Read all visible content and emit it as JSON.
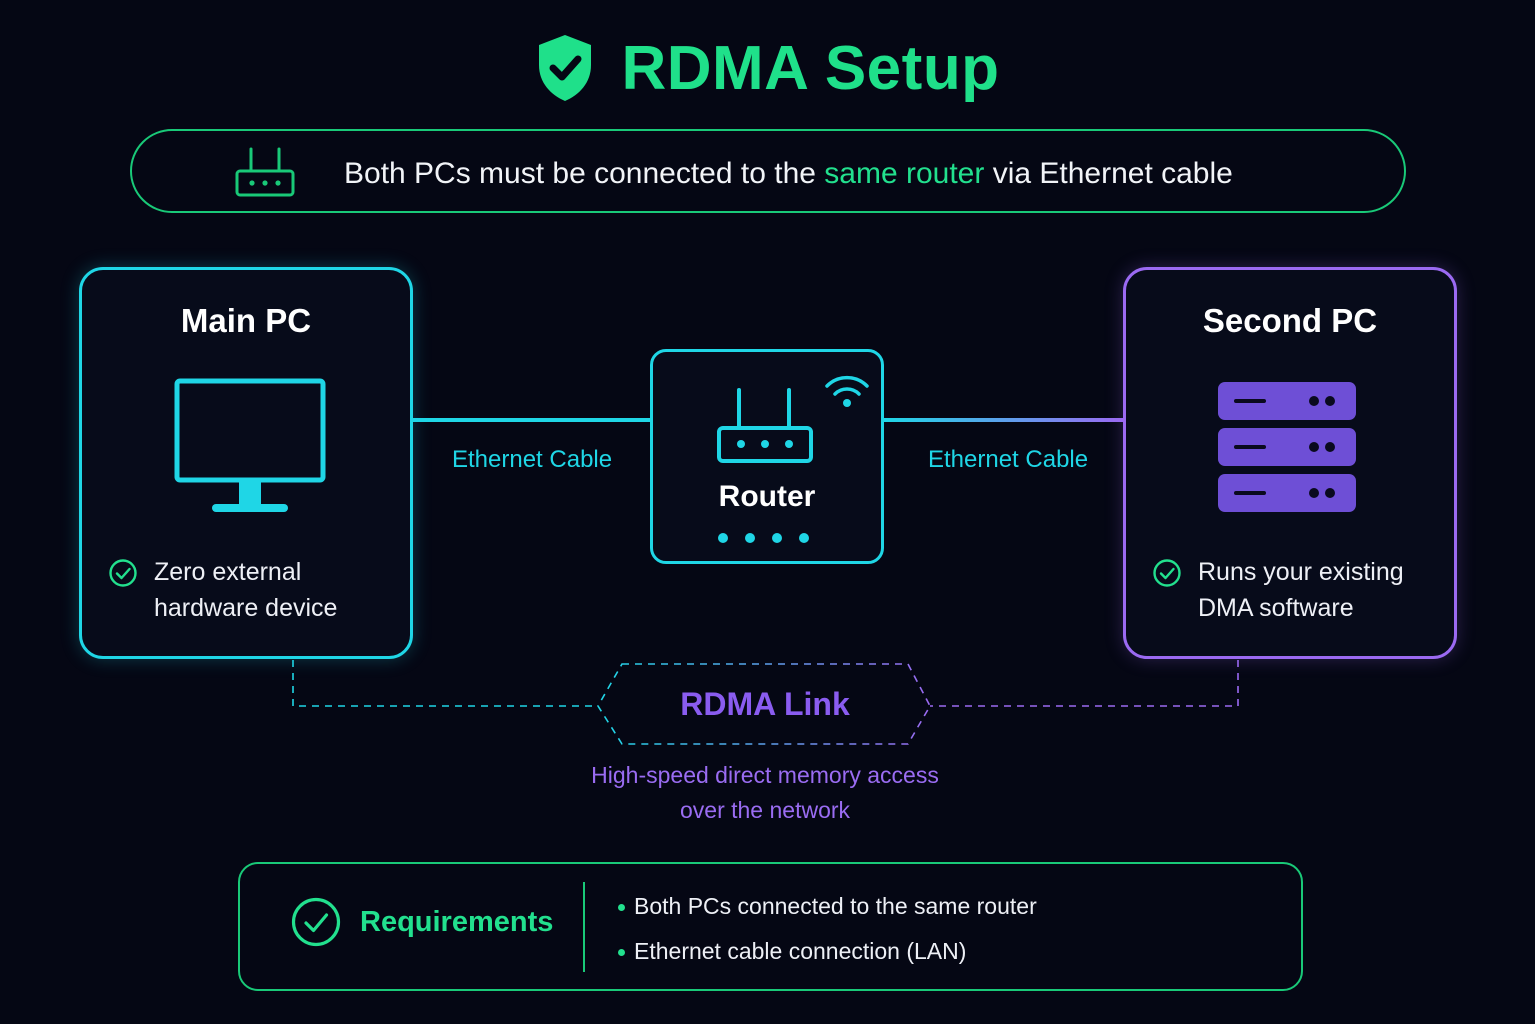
{
  "title": "RDMA Setup",
  "banner": {
    "text_before": "Both PCs must be connected to the ",
    "highlight": "same router",
    "text_after": " via Ethernet cable",
    "icon": "router-icon"
  },
  "main_pc": {
    "title": "Main PC",
    "icon": "monitor-icon",
    "note_line1": "Zero external",
    "note_line2": "hardware device"
  },
  "router": {
    "label": "Router",
    "icon": "router-icon"
  },
  "second_pc": {
    "title": "Second PC",
    "icon": "server-icon",
    "note_line1": "Runs your existing",
    "note_line2": "DMA software"
  },
  "cables": {
    "left_label": "Ethernet Cable",
    "right_label": "Ethernet Cable"
  },
  "rdma_link": {
    "label": "RDMA Link",
    "desc_line1": "High-speed direct memory access",
    "desc_line2": "over the network"
  },
  "requirements": {
    "title": "Requirements",
    "items": [
      "Both PCs connected to the same router",
      "Ethernet cable connection (LAN)"
    ]
  },
  "colors": {
    "background": "#050714",
    "green": "#22e08e",
    "cyan": "#1fd6e6",
    "purple": "#9b6af2"
  }
}
